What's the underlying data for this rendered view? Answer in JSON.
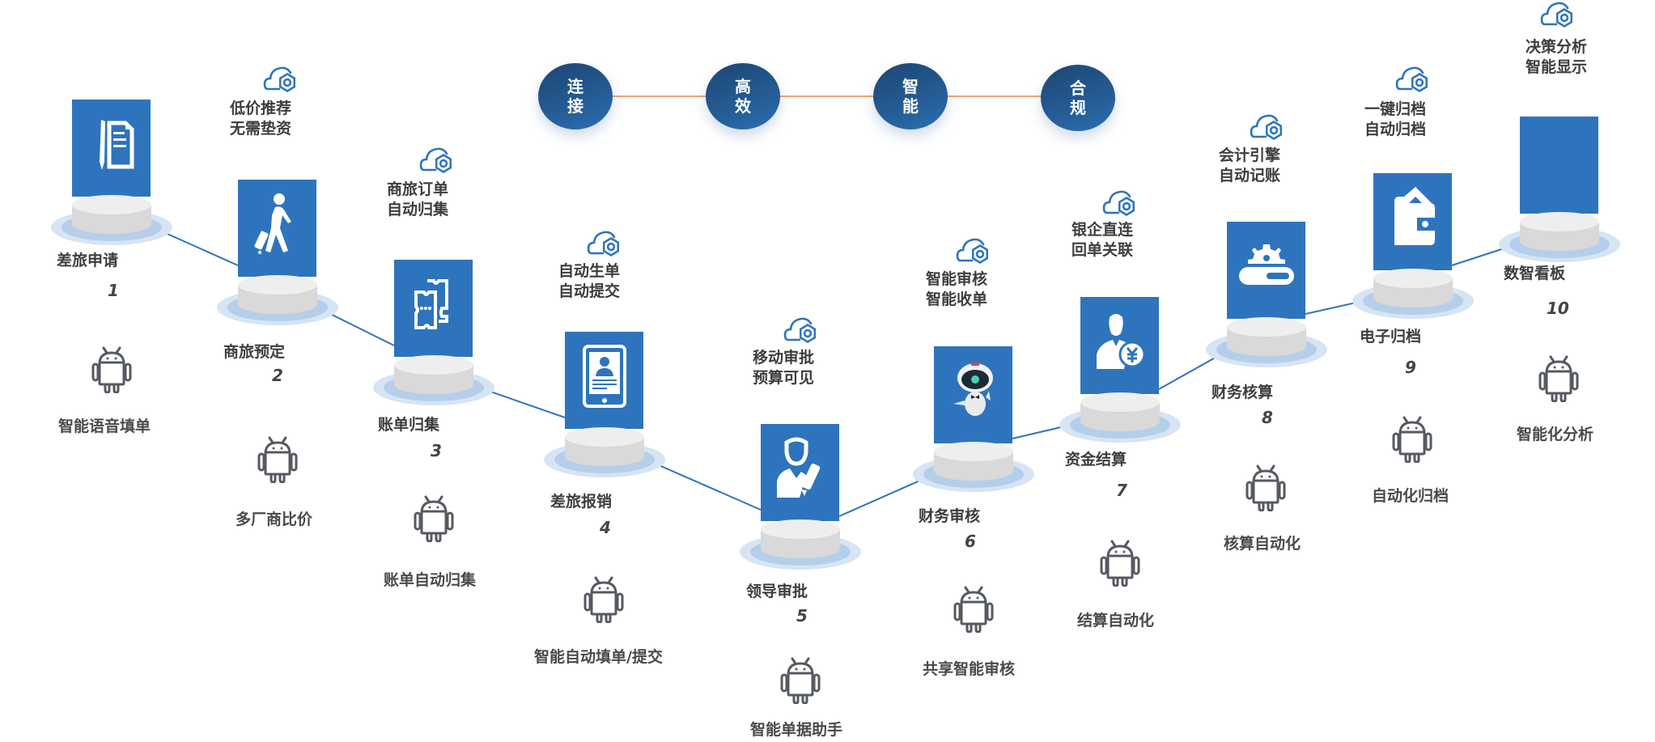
{
  "values": [
    {
      "chars": [
        "连",
        "接"
      ]
    },
    {
      "chars": [
        "高",
        "效"
      ]
    },
    {
      "chars": [
        "智",
        "能"
      ]
    },
    {
      "chars": [
        "合",
        "规"
      ]
    }
  ],
  "colors": {
    "pillar": "#2e74bd",
    "connector_line": "#2e74c0",
    "value_line": "#f0a573",
    "cloud_icon": "#2e74bd",
    "android_icon": "#555a60"
  },
  "stages": [
    {
      "number": "1",
      "label": "差旅申请",
      "icon": "document-pen-icon",
      "feature": [
        "",
        ""
      ],
      "android_label": "智能语音填单"
    },
    {
      "number": "2",
      "label": "商旅预定",
      "icon": "traveler-luggage-icon",
      "feature": [
        "低价推荐",
        "无需垫资"
      ],
      "android_label": "多厂商比价"
    },
    {
      "number": "3",
      "label": "账单归集",
      "icon": "tickets-icon",
      "feature": [
        "商旅订单",
        "自动归集"
      ],
      "android_label": "账单自动归集"
    },
    {
      "number": "4",
      "label": "差旅报销",
      "icon": "tablet-profile-icon",
      "feature": [
        "自动生单",
        "自动提交"
      ],
      "android_label": "智能自动填单/提交"
    },
    {
      "number": "5",
      "label": "领导审批",
      "icon": "manager-sign-icon",
      "feature": [
        "移动审批",
        "预算可见"
      ],
      "android_label": "智能单据助手"
    },
    {
      "number": "6",
      "label": "财务审核",
      "icon": "robot-icon",
      "feature": [
        "智能审核",
        "智能收单"
      ],
      "android_label": "共享智能审核"
    },
    {
      "number": "7",
      "label": "资金结算",
      "icon": "person-yuan-icon",
      "feature": [
        "银企直连",
        "回单关联"
      ],
      "android_label": "结算自动化"
    },
    {
      "number": "8",
      "label": "财务核算",
      "icon": "gear-conveyor-icon",
      "feature": [
        "会计引擎",
        "自动记账"
      ],
      "android_label": "核算自动化"
    },
    {
      "number": "9",
      "label": "电子归档",
      "icon": "wallet-archive-icon",
      "feature": [
        "一键归档",
        "自动归档"
      ],
      "android_label": "自动化归档"
    },
    {
      "number": "10",
      "label": "数智看板",
      "icon": "",
      "feature": [
        "决策分析",
        "智能显示"
      ],
      "android_label": "智能化分析"
    }
  ]
}
